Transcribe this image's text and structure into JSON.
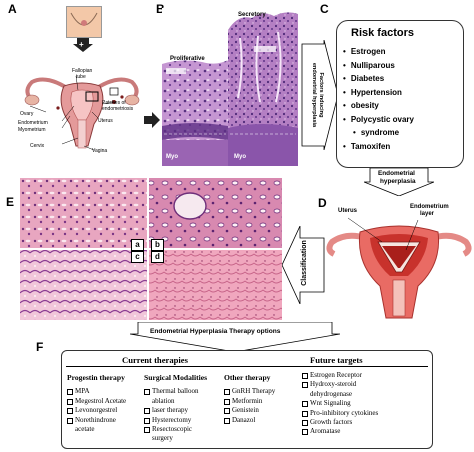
{
  "panel_labels": {
    "a": "A",
    "b": "B",
    "c": "C",
    "d": "D",
    "e": "E",
    "f": "F"
  },
  "panel_a": {
    "labels": {
      "fallopian": "Fallopian",
      "tube": "tube",
      "ovary": "Ovary",
      "endometrium": "Endometrium",
      "myometrium": "Myometrium",
      "cervix": "Cervix",
      "vagina": "Vagina",
      "uterus": "Uterus",
      "patches_1": "Patches of",
      "patches_2": "endometriosis"
    }
  },
  "panel_b": {
    "secretory": "Secretory",
    "proliferative": "Proliferative",
    "myo": "Myo",
    "arrow_text_1": "Factors inducing",
    "arrow_text_2": "endometrial hyperplasia"
  },
  "risk_factors": {
    "title": "Risk factors",
    "items": [
      "Estrogen",
      "Nulliparous",
      "Diabetes",
      "Hypertension",
      "obesity",
      "Polycystic ovary",
      "syndrome",
      "Tamoxifen"
    ]
  },
  "hyperplasia_arrow": {
    "line1": "Endometrial",
    "line2": "hyperplasia"
  },
  "panel_d": {
    "uterus": "Uterus",
    "endo_1": "Endometrium",
    "endo_2": "layer"
  },
  "classification": "Classification",
  "panel_e_tags": {
    "a": "a",
    "b": "b",
    "c": "c",
    "d": "d"
  },
  "therapy_arrow": "Endometrial Hyperplasia Therapy options",
  "therapy": {
    "current_title": "Current therapies",
    "future_title": "Future targets",
    "progestin": {
      "head": "Progestin therapy",
      "items": [
        "MPA",
        "Megestrol Acetate",
        "Levonorgestrel",
        "Norethindrone",
        "acetate"
      ]
    },
    "surgical": {
      "head": "Surgical Modalities",
      "items": [
        "Thermal balloon",
        "ablation",
        "laser therapy",
        "Hysterectomy",
        "Resectoscopic",
        "surgery"
      ]
    },
    "other": {
      "head": "Other therapy",
      "items": [
        "GnRH Therapy",
        "Metformin",
        "Genistein",
        "Danazol"
      ]
    },
    "future": {
      "items": [
        "Estrogen Receptor",
        "Hydroxy-steroid",
        "dehydrogenase",
        "Wnt Signaling",
        "Pro-inhibitory cytokines",
        "Growth factors",
        "Aromatase"
      ]
    }
  }
}
